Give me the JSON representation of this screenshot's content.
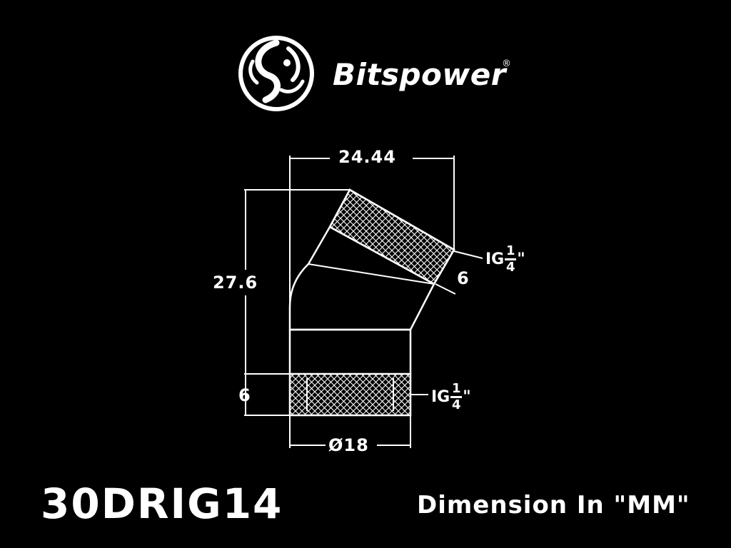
{
  "brand": {
    "name": "Bitspower",
    "registered_mark": "®",
    "logo_icon": "dragon-emblem-icon"
  },
  "drawing": {
    "top_width": "24.44",
    "height": "27.6",
    "upper_thread_depth": "6",
    "lower_thread_depth": "6",
    "bottom_diameter": "Ø18",
    "upper_thread": {
      "prefix": "IG",
      "numerator": "1",
      "denominator": "4",
      "suffix": "\""
    },
    "lower_thread": {
      "prefix": "IG",
      "numerator": "1",
      "denominator": "4",
      "suffix": "\""
    }
  },
  "footer": {
    "model": "30DRIG14",
    "unit_note": "Dimension In \"MM\""
  },
  "colors": {
    "background": "#000000",
    "line": "#ffffff"
  }
}
